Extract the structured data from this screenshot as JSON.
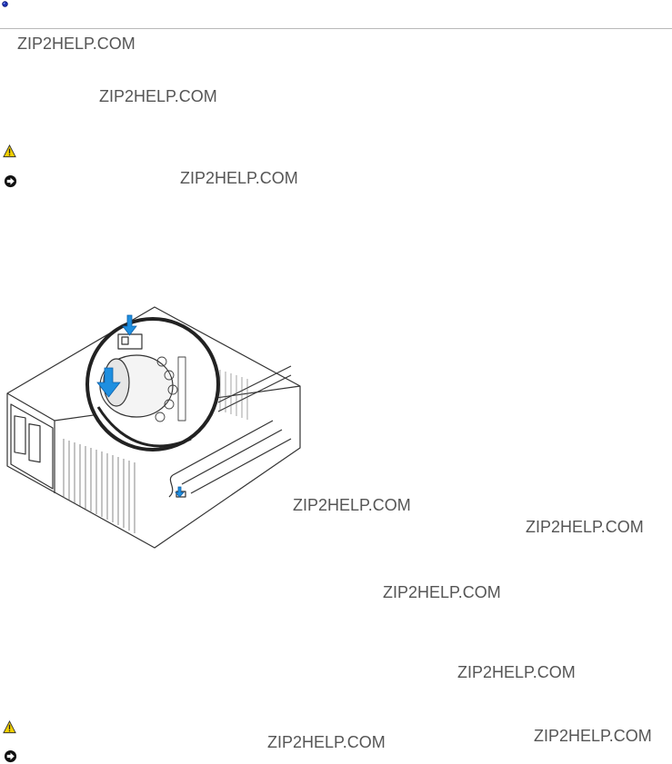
{
  "watermarks": [
    "ZIP2HELP.COM",
    "ZIP2HELP.COM",
    "ZIP2HELP.COM",
    "ZIP2HELP.COM",
    "ZIP2HELP.COM",
    "ZIP2HELP.COM",
    "ZIP2HELP.COM",
    "ZIP2HELP.COM",
    "ZIP2HELP.COM"
  ],
  "icons": {
    "bullet": "bullet-dot-icon",
    "warning": "warning-triangle-icon",
    "notice": "notice-arrow-icon"
  },
  "colors": {
    "warning_fill": "#f2d000",
    "notice_fill": "#111111",
    "arrow_blue": "#1e8fe0",
    "bullet_blue": "#1a2fb0"
  }
}
